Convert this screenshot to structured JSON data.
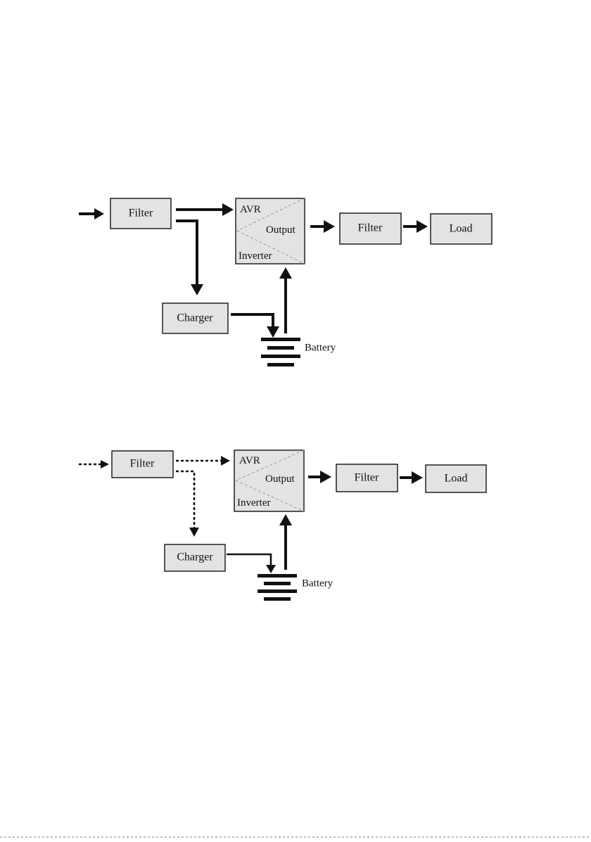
{
  "diagrams": [
    {
      "id": "normal-mode",
      "line_style": "solid",
      "labels": {
        "input_filter": "Filter",
        "charger": "Charger",
        "avr": "AVR",
        "output": "Output",
        "inverter": "Inverter",
        "output_filter": "Filter",
        "load": "Load",
        "battery": "Battery"
      }
    },
    {
      "id": "battery-mode",
      "line_style": "dotted",
      "labels": {
        "input_filter": "Filter",
        "charger": "Charger",
        "avr": "AVR",
        "output": "Output",
        "inverter": "Inverter",
        "output_filter": "Filter",
        "load": "Load",
        "battery": "Battery"
      }
    }
  ],
  "colors": {
    "box_fill": "#e3e3e3",
    "line": "#111111",
    "diagonal": "#9a9a9a"
  }
}
